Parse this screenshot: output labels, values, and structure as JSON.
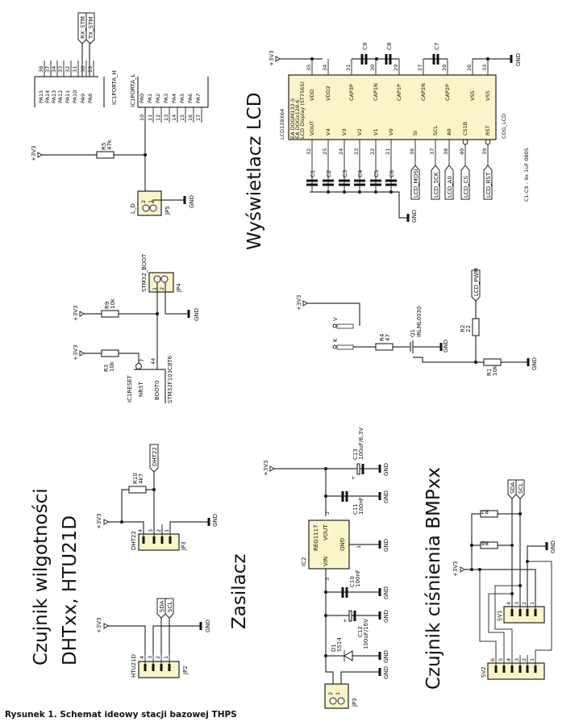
{
  "caption": "Rysunek 1. Schemat ideowy stacji bazowej THPS",
  "sections": {
    "lcd": "Wyświetlacz LCD",
    "humidity_line1": "Czujnik wilgotności",
    "humidity_line2": "DHTxx, HTU21D",
    "power": "Zasilacz",
    "pressure": "Czujnik ciśnienia BMPxx"
  },
  "nets": {
    "v33": "+3V3",
    "gnd": "GND",
    "rx": "RX_STM",
    "tx": "TX_STM",
    "dht22": "DHT22",
    "sda": "SDA",
    "scl": "SCL",
    "lcd_mosi": "LCD_MOSI",
    "lcd_sck": "LCD_SCK",
    "lcd_a0": "LCD_A0",
    "lcd_cs": "LCD_CS",
    "lcd_rst": "LCD_RST",
    "lcd_pwm": "LCD_PWM"
  },
  "mcu": {
    "porta_h": {
      "name": "IC1PORTA_H",
      "pins": [
        {
          "name": "PA15",
          "num": "38"
        },
        {
          "name": "PA14",
          "num": "37"
        },
        {
          "name": "PA13",
          "num": "34"
        },
        {
          "name": "PA12",
          "num": "33"
        },
        {
          "name": "PA11",
          "num": "32"
        },
        {
          "name": "PA10",
          "num": "31"
        },
        {
          "name": "PA9",
          "num": "30"
        },
        {
          "name": "PA8",
          "num": "29"
        }
      ]
    },
    "porta_l": {
      "name": "IC1PORTA_L",
      "pins": [
        {
          "name": "PA0",
          "num": "10"
        },
        {
          "name": "PA1",
          "num": "11"
        },
        {
          "name": "PA2",
          "num": "12"
        },
        {
          "name": "PA3",
          "num": "13"
        },
        {
          "name": "PA4",
          "num": "14"
        },
        {
          "name": "PA5",
          "num": "15"
        },
        {
          "name": "PA6",
          "num": "16"
        },
        {
          "name": "PA7",
          "num": "17"
        }
      ]
    },
    "reset": {
      "name": "IC1RESET",
      "part": "STM32F103C8T6",
      "pins": [
        {
          "name": "NRST",
          "num": "7"
        },
        {
          "name": "BOOT0",
          "num": "44"
        }
      ]
    }
  },
  "resistors": {
    "r5": {
      "ref": "R5",
      "value": "47k"
    },
    "r9": {
      "ref": "R9",
      "value": "10k"
    },
    "r3": {
      "ref": "R3",
      "value": "10k"
    },
    "r10": {
      "ref": "R10",
      "value": "4k7"
    },
    "r4": {
      "ref": "R4",
      "value": "47"
    },
    "r2": {
      "ref": "R2",
      "value": "22"
    },
    "r1": {
      "ref": "R1",
      "value": "10k"
    },
    "r6": {
      "ref": "R6",
      "value": ""
    },
    "r7": {
      "ref": "R7",
      "value": ""
    }
  },
  "jumpers": {
    "jp5": {
      "ref": "JP5",
      "name": "L_D",
      "pins": [
        "2",
        "1"
      ]
    },
    "jp4": {
      "ref": "JP4",
      "name": "STM32_BOOT",
      "pins": [
        "1",
        "2"
      ]
    },
    "jp3_dht": {
      "ref": "JP3",
      "name": "DHT22",
      "pins": [
        "4",
        "3",
        "2",
        "1"
      ]
    },
    "jp2": {
      "ref": "JP2",
      "name": "HTU21D",
      "pins": [
        "4",
        "3",
        "2",
        "1"
      ]
    },
    "jp3_pwr": {
      "ref": "JP3",
      "pins": [
        "2",
        "1"
      ]
    },
    "sv1": {
      "ref": "SV1",
      "pins": [
        "4",
        "3",
        "2",
        "1"
      ]
    },
    "sv2": {
      "ref": "SV2",
      "pins": [
        "6",
        "5",
        "4",
        "3",
        "2",
        "1"
      ]
    }
  },
  "lcd": {
    "ref": "LCD128X64",
    "desc1": "EA DOGM132-5",
    "desc2": "EA DOGx128-6",
    "desc3": "LCD Display (ST7565)",
    "part": "COG_LCD",
    "note": "C1-C9 - 9x 1uF 0805",
    "top_pins": [
      {
        "name": "VDD",
        "num": "35"
      },
      {
        "name": "VDD2",
        "num": "34"
      },
      {
        "name": "CAP3P",
        "num": "31"
      },
      {
        "name": "CAP1N",
        "num": "30"
      },
      {
        "name": "CAP1P",
        "num": "29"
      },
      {
        "name": "CAP2N",
        "num": "27"
      },
      {
        "name": "CAP2P",
        "num": "28"
      },
      {
        "name": "VSS",
        "num": "26"
      },
      {
        "name": "VSS",
        "num": "33"
      }
    ],
    "bottom_pins": [
      {
        "name": "VOUT",
        "num": "32"
      },
      {
        "name": "V4",
        "num": "25"
      },
      {
        "name": "V3",
        "num": "24"
      },
      {
        "name": "V2",
        "num": "23"
      },
      {
        "name": "V1",
        "num": "22"
      },
      {
        "name": "V0",
        "num": "21"
      },
      {
        "name": "SI",
        "num": "36"
      },
      {
        "name": "SCL",
        "num": "37"
      },
      {
        "name": "A0",
        "num": "38"
      },
      {
        "name": "CS1B",
        "num": "40"
      },
      {
        "name": "RST",
        "num": "39"
      }
    ],
    "caps_bottom": [
      "C1",
      "C2",
      "C3",
      "C4",
      "C5",
      "C6"
    ],
    "caps_top": [
      "C9",
      "C8",
      "C7"
    ]
  },
  "backlight": {
    "anode": "V",
    "cathode": "K",
    "q1_ref": "Q1",
    "q1_part": "IRLML0030"
  },
  "power": {
    "reg_ref": "IC2",
    "reg_part": "REG1117",
    "reg_vin": "VIN",
    "reg_vout": "VOUT",
    "reg_gnd": "GND",
    "pin_vin": "3",
    "pin_vout": "2",
    "pin_gnd": "1",
    "c13": {
      "ref": "C13",
      "value": "100uF/6,3V"
    },
    "c11": {
      "ref": "C11",
      "value": "100nF"
    },
    "c10": {
      "ref": "C10",
      "value": "100nF"
    },
    "c12": {
      "ref": "C12",
      "value": "100uF/16V"
    },
    "d1": {
      "ref": "D1",
      "value": "SS14"
    }
  }
}
